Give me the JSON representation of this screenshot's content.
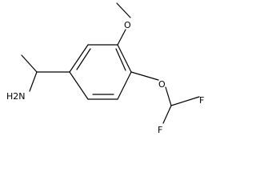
{
  "molecule": {
    "atoms": {
      "methoxy_oxygen": "O",
      "ether_oxygen": "O",
      "fluorine_top": "F",
      "fluorine_bottom": "F",
      "amine": "H2N"
    }
  }
}
